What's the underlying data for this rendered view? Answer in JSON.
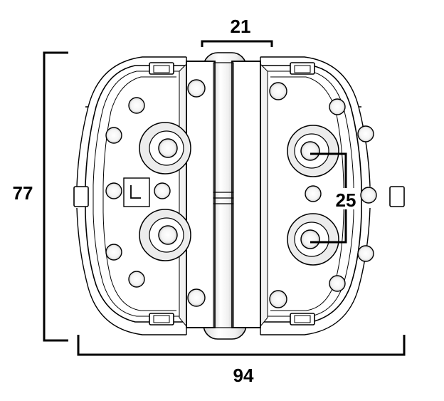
{
  "dimensions": {
    "pin_width": "21",
    "height": "77",
    "hole_spacing": "25",
    "overall_width": "94"
  },
  "colors": {
    "ink": "#000000",
    "shade": "#d8d8d8",
    "light": "#f2f2f2",
    "background": "#ffffff"
  },
  "icons": {
    "center_badge": "l-corner-mark-icon"
  }
}
